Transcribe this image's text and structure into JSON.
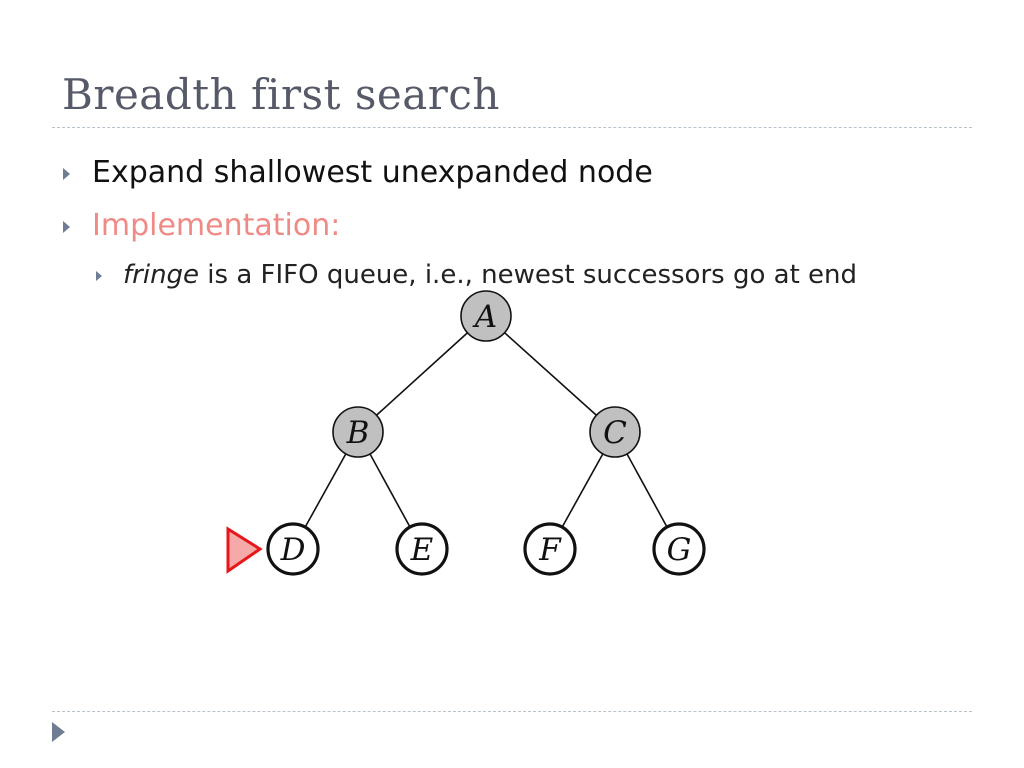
{
  "slide": {
    "title": "Breadth first search",
    "bullets": [
      {
        "text": "Expand shallowest unexpanded node"
      },
      {
        "text": "Implementation:"
      },
      {
        "emphasis": "fringe",
        "text": " is a FIFO queue, i.e., newest successors go at end"
      }
    ]
  },
  "diagram": {
    "nodes": [
      {
        "id": "A",
        "label": "A",
        "depth": 0,
        "expanded": true
      },
      {
        "id": "B",
        "label": "B",
        "depth": 1,
        "expanded": true
      },
      {
        "id": "C",
        "label": "C",
        "depth": 1,
        "expanded": true
      },
      {
        "id": "D",
        "label": "D",
        "depth": 2,
        "expanded": false
      },
      {
        "id": "E",
        "label": "E",
        "depth": 2,
        "expanded": false
      },
      {
        "id": "F",
        "label": "F",
        "depth": 2,
        "expanded": false
      },
      {
        "id": "G",
        "label": "G",
        "depth": 2,
        "expanded": false
      }
    ],
    "edges": [
      [
        "A",
        "B"
      ],
      [
        "A",
        "C"
      ],
      [
        "B",
        "D"
      ],
      [
        "B",
        "E"
      ],
      [
        "C",
        "F"
      ],
      [
        "C",
        "G"
      ]
    ],
    "pointer_target": "D",
    "colors": {
      "expanded_fill": "#c0c0c0",
      "frontier_fill": "#ffffff",
      "pointer_fill": "#f5a9a9",
      "pointer_stroke": "#e8161b"
    }
  }
}
